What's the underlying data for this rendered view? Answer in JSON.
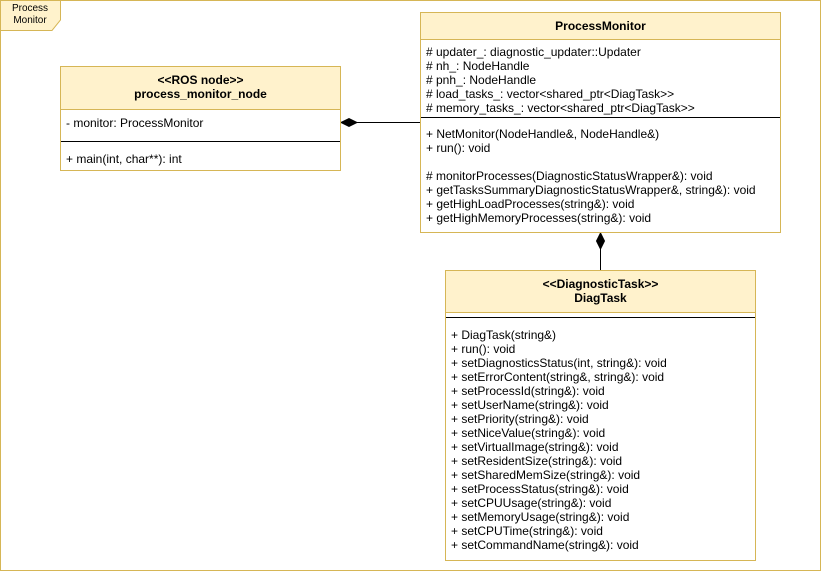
{
  "frame": {
    "label_line1": "Process",
    "label_line2": "Monitor"
  },
  "node_class": {
    "stereotype": "<<ROS node>>",
    "name": "process_monitor_node",
    "attributes": [
      "- monitor: ProcessMonitor"
    ],
    "methods": [
      "+ main(int, char**): int"
    ]
  },
  "monitor_class": {
    "name": "ProcessMonitor",
    "attributes": [
      "# updater_: diagnostic_updater::Updater",
      "# nh_: NodeHandle",
      "# pnh_: NodeHandle",
      "# load_tasks_: vector<shared_ptr<DiagTask>>",
      "# memory_tasks_: vector<shared_ptr<DiagTask>>"
    ],
    "methods_public": [
      "+ NetMonitor(NodeHandle&, NodeHandle&)",
      "+ run(): void"
    ],
    "methods_protected": [
      "# monitorProcesses(DiagnosticStatusWrapper&): void",
      "+ getTasksSummaryDiagnosticStatusWrapper&, string&): void",
      "+ getHighLoadProcesses(string&): void",
      "+ getHighMemoryProcesses(string&): void"
    ]
  },
  "diag_class": {
    "stereotype": "<<DiagnosticTask>>",
    "name": "DiagTask",
    "methods": [
      "+ DiagTask(string&)",
      "+ run(): void",
      "+ setDiagnosticsStatus(int, string&): void",
      "+ setErrorContent(string&, string&): void",
      "+ setProcessId(string&): void",
      "+ setUserName(string&): void",
      "+ setPriority(string&): void",
      "+ setNiceValue(string&): void",
      "+ setVirtualImage(string&): void",
      "+ setResidentSize(string&): void",
      "+ setSharedMemSize(string&): void",
      "+ setProcessStatus(string&): void",
      "+ setCPUUsage(string&): void",
      "+ setMemoryUsage(string&): void",
      "+ setCPUTime(string&): void",
      "+ setCommandName(string&): void"
    ]
  },
  "colors": {
    "fill": "#fff2cc",
    "stroke": "#d6b656"
  }
}
